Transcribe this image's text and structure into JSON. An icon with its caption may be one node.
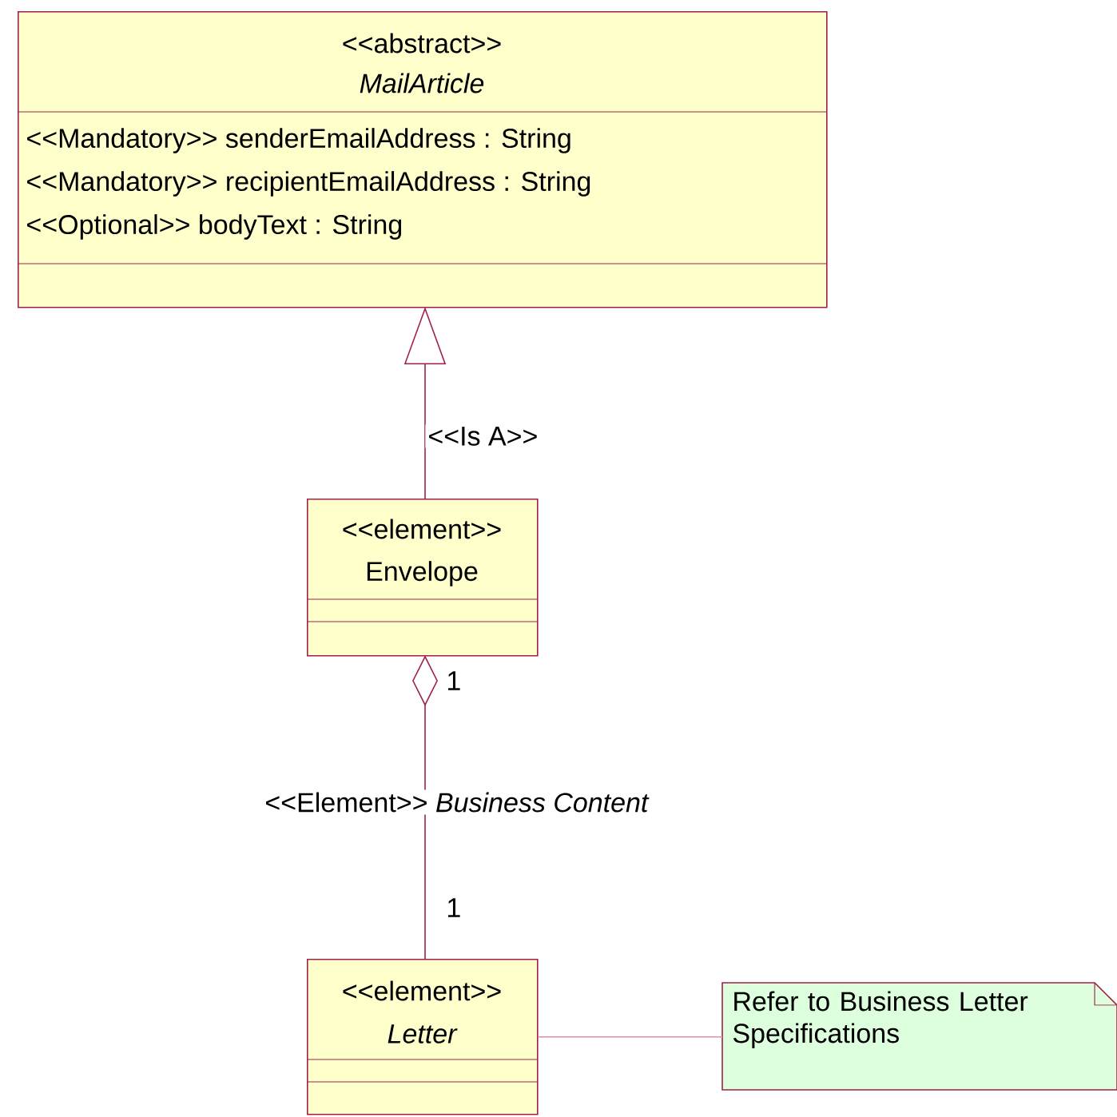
{
  "diagram": {
    "nodes": [
      {
        "text": [
          "<<abstract>>",
          "MailArticle",
          "<<Mandatory>> senderEmailAddress : String",
          "<<Mandatory>> recipientEmailAddress : String",
          "<<Optional>> bodyText : String"
        ]
      },
      {
        "text": [
          "<<element>>",
          "Envelope"
        ]
      },
      {
        "text": [
          "<<element>>",
          "Letter"
        ]
      },
      {
        "text": [
          "Refer to Business Letter Specifications"
        ]
      }
    ],
    "edges": [
      {
        "from": 1,
        "to": 0,
        "arrow": "to",
        "label": "<<Is A>>"
      },
      {
        "from": 1,
        "to": 2,
        "arrow": "other",
        "label": "<<Element>> *Business Content*"
      },
      {
        "from": 2,
        "to": 3,
        "arrow": "none",
        "color": "#e090a8"
      }
    ],
    "labels": [
      "1",
      "1"
    ]
  }
}
